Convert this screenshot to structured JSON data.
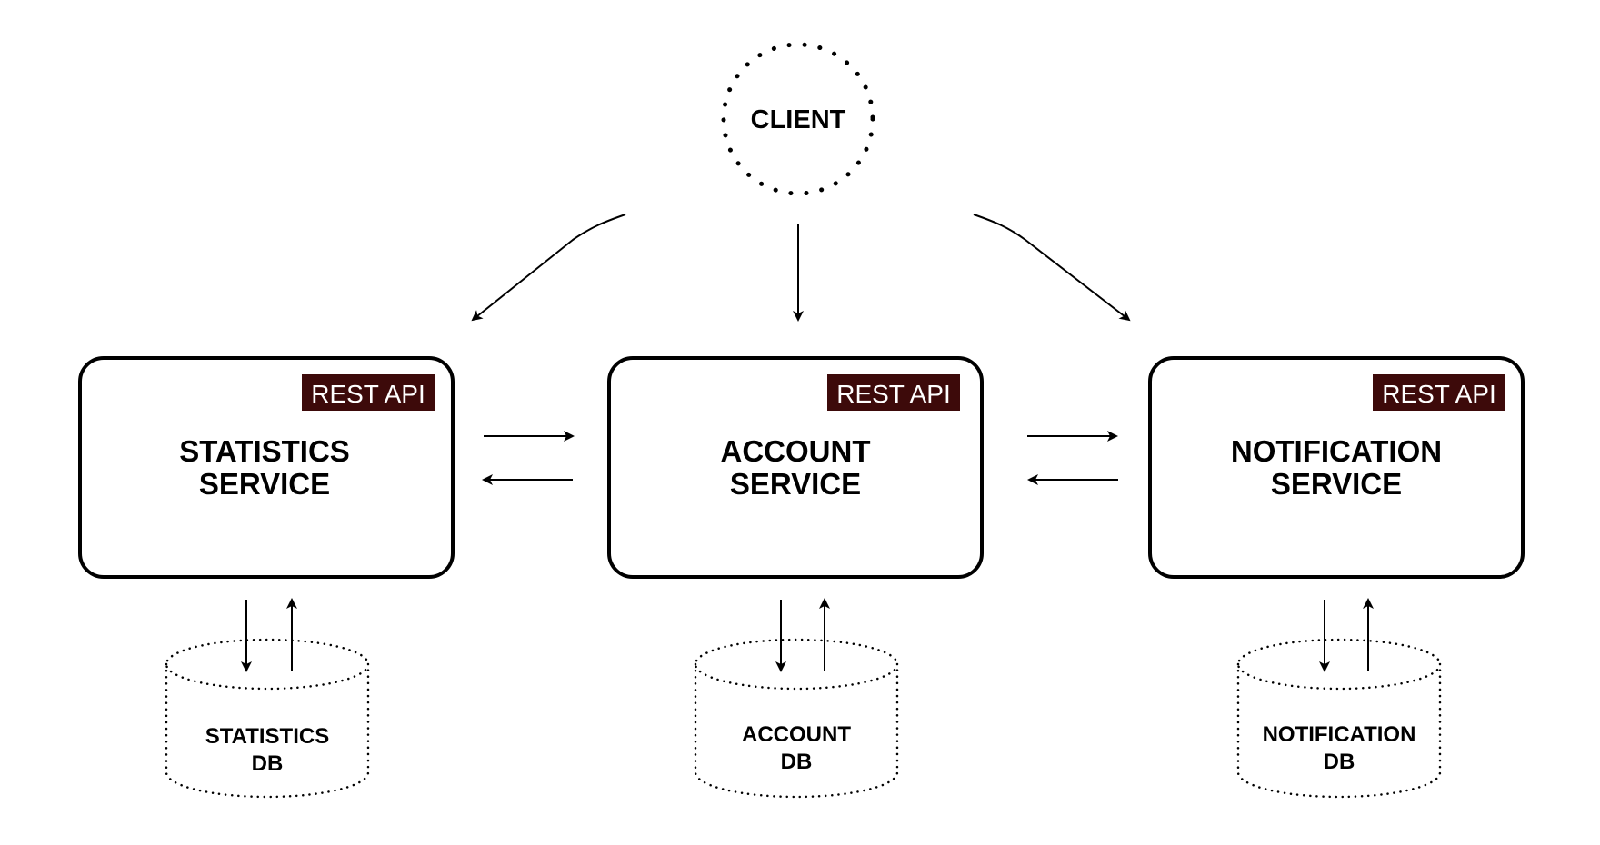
{
  "client": {
    "label": "CLIENT"
  },
  "services": [
    {
      "key": "statistics",
      "line1": "STATISTICS",
      "line2": "SERVICE",
      "api": "REST API",
      "db_line1": "STATISTICS",
      "db_line2": "DB"
    },
    {
      "key": "account",
      "line1": "ACCOUNT",
      "line2": "SERVICE",
      "api": "REST API",
      "db_line1": "ACCOUNT",
      "db_line2": "DB"
    },
    {
      "key": "notification",
      "line1": "NOTIFICATION",
      "line2": "SERVICE",
      "api": "REST API",
      "db_line1": "NOTIFICATION",
      "db_line2": "DB"
    }
  ],
  "colors": {
    "api_badge_bg": "#3d0a0a",
    "api_badge_text": "#ffffff",
    "stroke": "#000000",
    "background": "#ffffff"
  }
}
